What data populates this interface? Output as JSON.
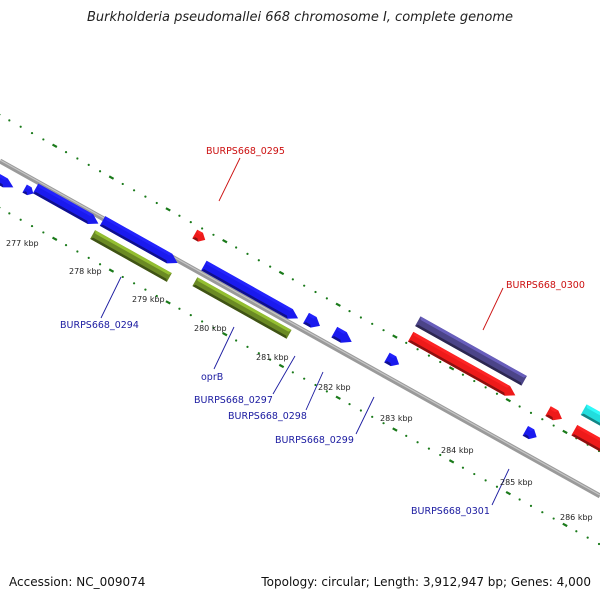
{
  "title": "Burkholderia pseudomallei 668 chromosome I, complete genome",
  "footer": {
    "accession": "Accession: NC_009074",
    "stats": "Topology: circular; Length: 3,912,947 bp; Genes: 4,000"
  },
  "colors": {
    "forward_cds": "#1a1aee",
    "reverse_cds": "#ee1a1a",
    "rna_gene": "#6b8a24",
    "other_gene": "#4b4488",
    "cyan_feature": "#22dddd",
    "label_forward": "#1a1aa0",
    "label_reverse": "#cc1010",
    "tick_mark": "#1a7a1a",
    "backbone": "#8a8a8a"
  },
  "ticks": [
    "277 kbp",
    "278 kbp",
    "279 kbp",
    "280 kbp",
    "281 kbp",
    "282 kbp",
    "283 kbp",
    "284 kbp",
    "285 kbp",
    "286 kbp"
  ],
  "genes": [
    {
      "label": "BURPS668_0294",
      "strand": "forward"
    },
    {
      "label": "BURPS668_0295",
      "strand": "reverse"
    },
    {
      "label": "oprB",
      "strand": "forward"
    },
    {
      "label": "BURPS668_0297",
      "strand": "forward"
    },
    {
      "label": "BURPS668_0298",
      "strand": "forward"
    },
    {
      "label": "BURPS668_0299",
      "strand": "forward"
    },
    {
      "label": "BURPS668_0300",
      "strand": "reverse"
    },
    {
      "label": "BURPS668_0301",
      "strand": "forward"
    }
  ]
}
